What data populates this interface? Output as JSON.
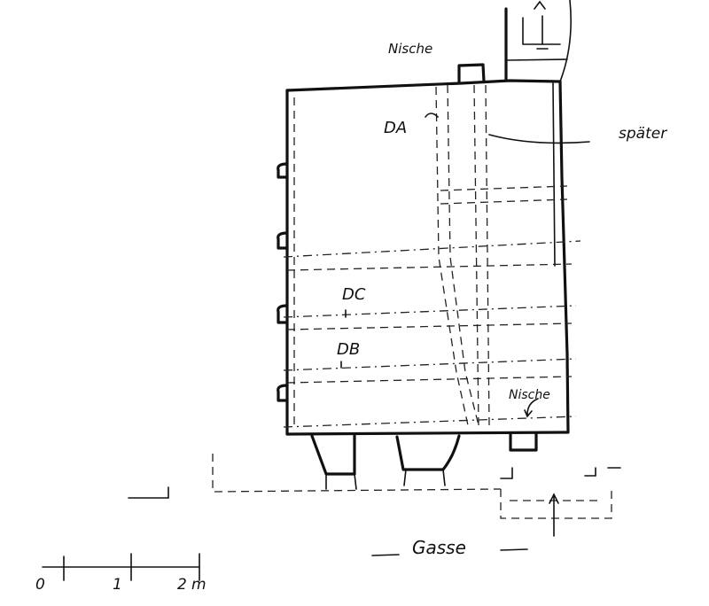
{
  "labels": {
    "niche_top": "Nische",
    "niche_bottom": "Nische",
    "sample_a": "DA",
    "sample_b": "DB",
    "sample_c": "DC",
    "later": "später",
    "street": "Gasse"
  },
  "scale_bar": {
    "ticks": [
      "0",
      "1",
      "2"
    ],
    "unit": "m"
  }
}
